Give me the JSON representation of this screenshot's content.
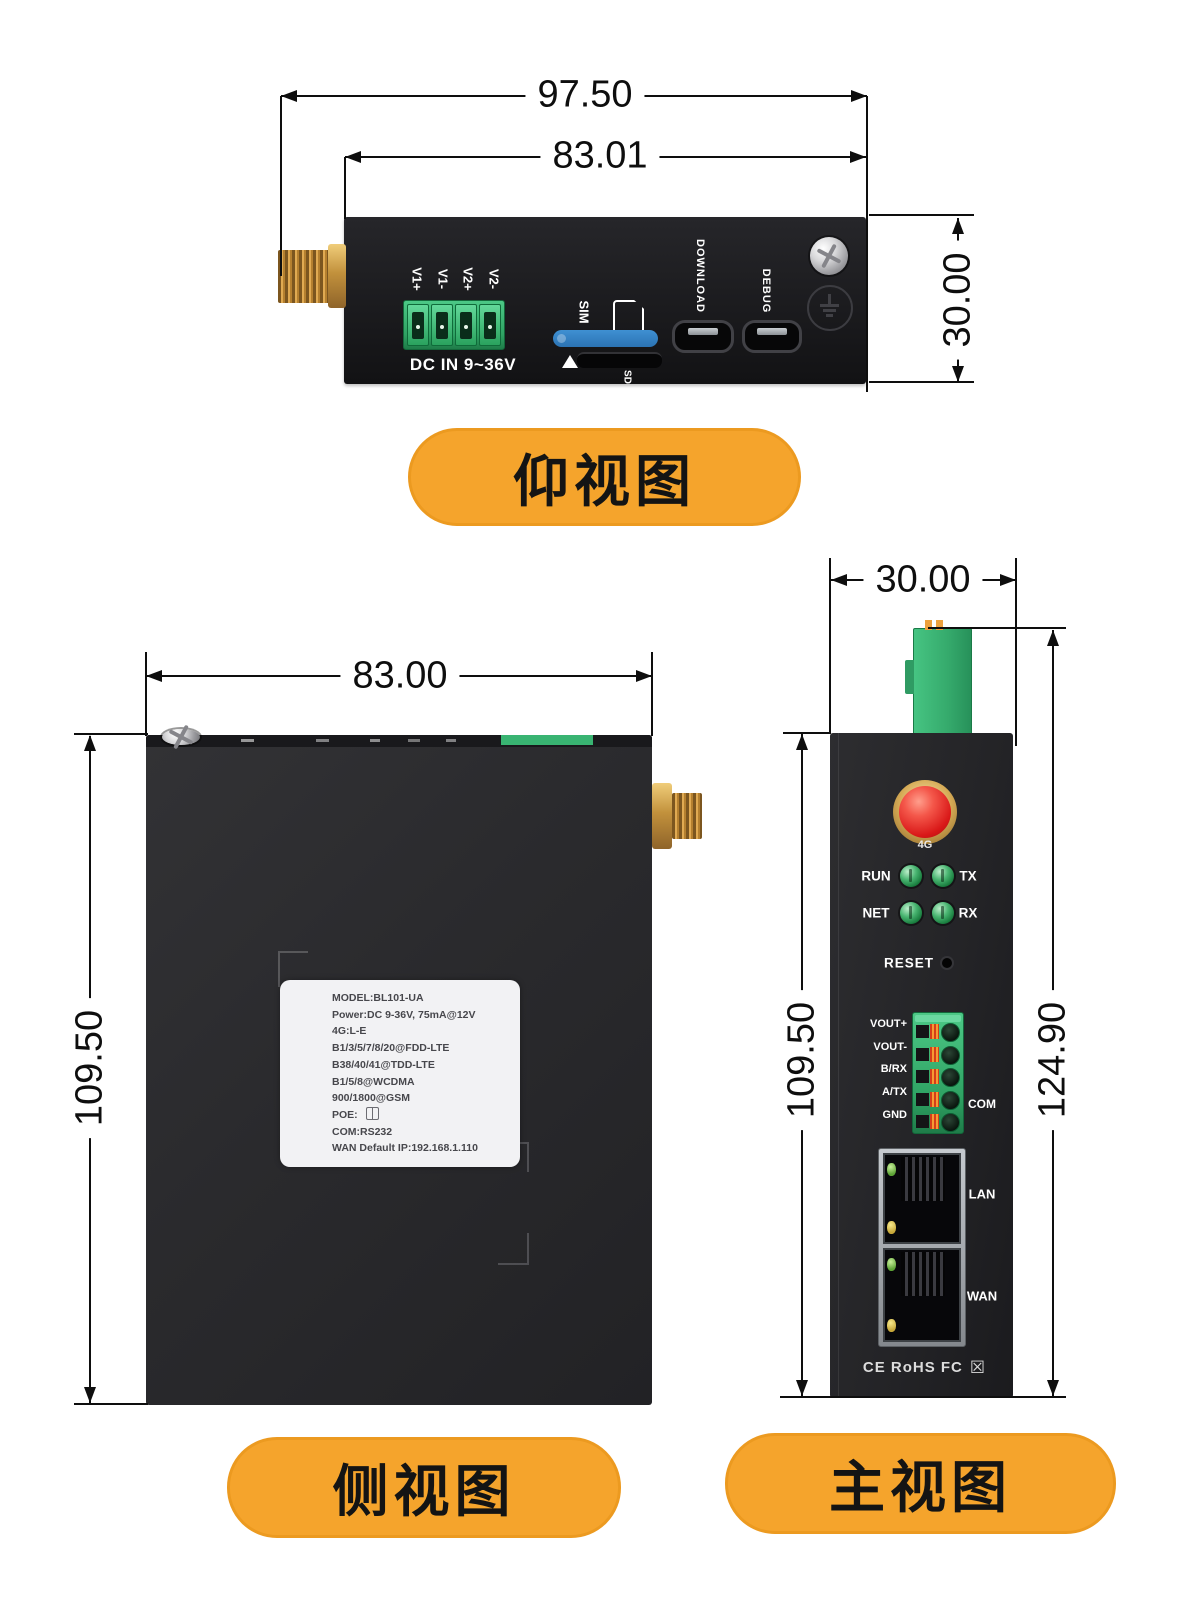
{
  "colors": {
    "accent_orange": "#F5A42C",
    "terminal_green": "#3CB878",
    "sim_blue": "#2E7CC3",
    "antenna_red": "#E01818",
    "body_black": "#222225"
  },
  "views": {
    "bottom": {
      "title": "仰视图",
      "dim_outer_width": "97.50",
      "dim_inner_width": "83.01",
      "dim_height": "30.00",
      "power_pins": [
        "V1+",
        "V1-",
        "V2+",
        "V2-"
      ],
      "power_label": "DC IN 9~36V",
      "sim_label": "SIM",
      "sd_label": "SD",
      "download_label": "DOWNLOAD",
      "debug_label": "DEBUG"
    },
    "side": {
      "title": "侧视图",
      "dim_width": "83.00",
      "dim_height": "109.50",
      "device_label_lines": [
        "MODEL:BL101-UA",
        "Power:DC 9-36V, 75mA@12V",
        "4G:L-E",
        "B1/3/5/7/8/20@FDD-LTE",
        "B38/40/41@TDD-LTE",
        "B1/5/8@WCDMA",
        "900/1800@GSM",
        "POE:",
        "COM:RS232",
        "WAN Default IP:192.168.1.110"
      ]
    },
    "front": {
      "title": "主视图",
      "dim_width": "30.00",
      "dim_body_height": "109.50",
      "dim_total_height": "124.90",
      "antenna_label": "4G",
      "led_labels": [
        "RUN",
        "TX",
        "NET",
        "RX"
      ],
      "reset_label": "RESET",
      "com_pins": [
        "VOUT+",
        "VOUT-",
        "B/RX",
        "A/TX",
        "GND"
      ],
      "com_label": "COM",
      "lan_label": "LAN",
      "wan_label": "WAN",
      "cert_label": "CE RoHS FC",
      "weee_icon": "☒"
    }
  }
}
